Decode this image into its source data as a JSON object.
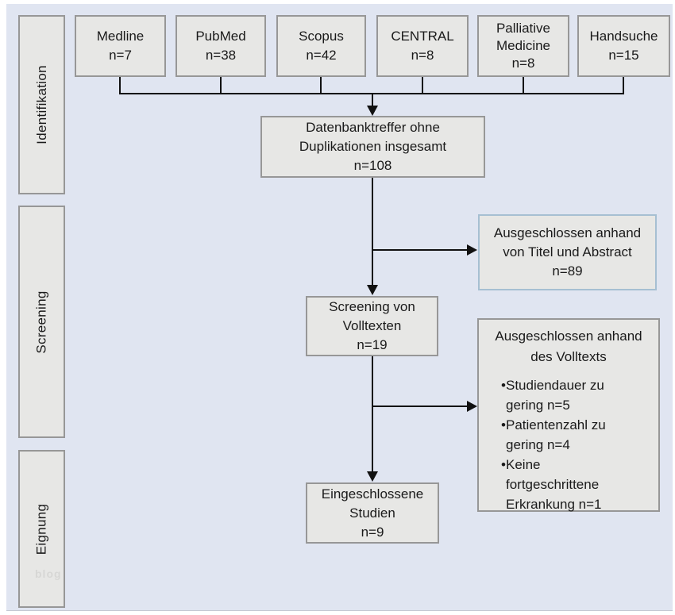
{
  "figure": {
    "type": "prisma-flow-diagram",
    "language": "de"
  },
  "stages": [
    {
      "label": "Identifikation"
    },
    {
      "label": "Screening"
    },
    {
      "label": "Eignung"
    }
  ],
  "sources": [
    {
      "name": "Medline",
      "count": "n=7"
    },
    {
      "name": "PubMed",
      "count": "n=38"
    },
    {
      "name": "Scopus",
      "count": "n=42"
    },
    {
      "name": "CENTRAL",
      "count": "n=8"
    },
    {
      "name": "Palliative Medicine",
      "count": "n=8"
    },
    {
      "name": "Handsuche",
      "count": "n=15"
    }
  ],
  "boxes": {
    "dedupe": {
      "text": "Datenbanktreffer ohne Duplikationen insgesamt",
      "count": "n=108"
    },
    "excluded_title_abstract": {
      "text": "Ausgeschlossen anhand von Titel und Abstract",
      "count": "n=89"
    },
    "fulltext_screening": {
      "text": "Screening von Volltexten",
      "count": "n=19"
    },
    "excluded_fulltext": {
      "title": "Ausgeschlossen anhand des Volltexts",
      "bullet": "•",
      "items": [
        "Studiendauer zu gering n=5",
        "Patientenzahl zu gering n=4",
        "Keine fortgeschrittene Erkrankung n=1"
      ]
    },
    "included": {
      "text": "Eingeschlossene Studien",
      "count": "n=9"
    }
  },
  "watermark": "blog",
  "colors": {
    "canvas_background": "#e0e5f1",
    "box_fill": "#e7e7e5",
    "box_border": "#979797",
    "excluded_box_border": "#a6bfd2",
    "connector_line": "#111111",
    "text": "#1a1a1a"
  }
}
